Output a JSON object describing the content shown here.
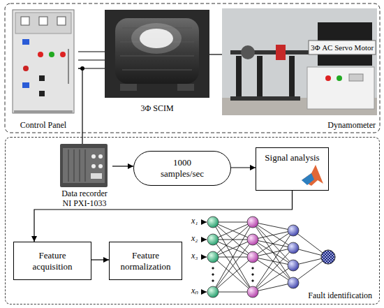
{
  "diagram": {
    "nodes": [
      {
        "text": [
          "Control Panel"
        ]
      },
      {
        "text": [
          "3Φ SCIM"
        ]
      },
      {
        "text": [
          "3Φ AC Servo Motor",
          "Dynamometer"
        ]
      },
      {
        "text": [
          "Fault identification"
        ]
      },
      {
        "text": [
          "Data recorder NI PXI-1033"
        ],
        "in": 3
      },
      {
        "text": [
          "1000 samples/sec"
        ],
        "in": 3
      },
      {
        "text": [
          "Signal analysis"
        ],
        "in": 3
      },
      {
        "text": [
          "Feature acquisition"
        ],
        "in": 3
      },
      {
        "text": [
          "Feature normalization"
        ],
        "in": 3
      }
    ],
    "edges": [
      {
        "from": 0,
        "to": 1,
        "arrow": "none"
      },
      {
        "from": 0,
        "to": 1,
        "arrow": "none"
      },
      {
        "from": 0,
        "to": 1,
        "arrow": "none"
      },
      {
        "from": 1,
        "to": 2,
        "arrow": "none"
      },
      {
        "from": 0,
        "to": 4,
        "arrow": "none"
      },
      {
        "from": 4,
        "to": 5,
        "arrow": "to"
      },
      {
        "from": 5,
        "to": 6,
        "arrow": "to"
      },
      {
        "from": 6,
        "to": 7,
        "arrow": "to"
      },
      {
        "from": 7,
        "to": 8,
        "arrow": "to"
      }
    ],
    "labels": [
      "x₁",
      "x₂",
      "x₃",
      "xₙ"
    ]
  }
}
